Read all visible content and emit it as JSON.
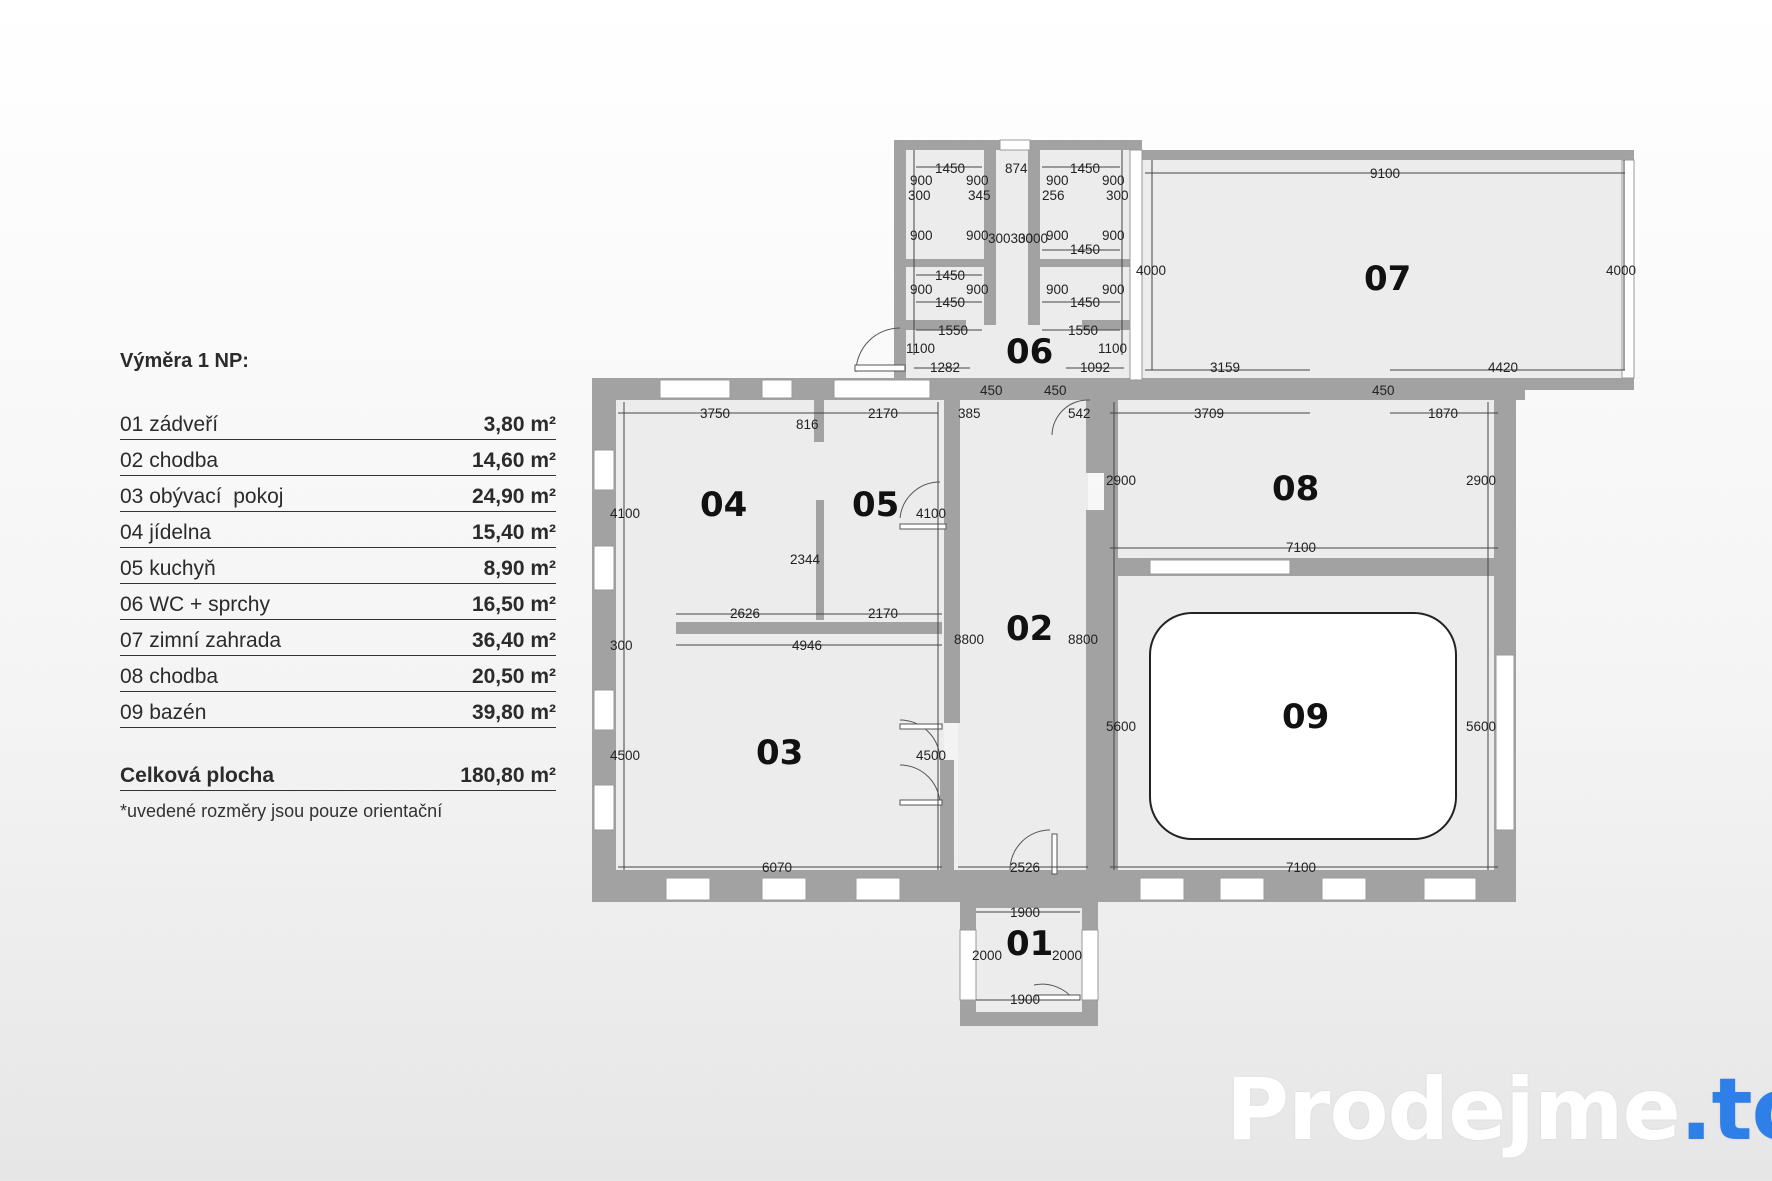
{
  "legend": {
    "title": "Výměra 1 NP:",
    "rows": [
      {
        "name": "01 zádveří",
        "area": "3,80 m²"
      },
      {
        "name": "02 chodba",
        "area": "14,60 m²"
      },
      {
        "name": "03 obývací  pokoj",
        "area": "24,90 m²"
      },
      {
        "name": "04 jídelna",
        "area": "15,40 m²"
      },
      {
        "name": "05 kuchyň",
        "area": "8,90 m²"
      },
      {
        "name": "06 WC + sprchy",
        "area": "16,50 m²"
      },
      {
        "name": "07 zimní zahrada",
        "area": "36,40 m²"
      },
      {
        "name": "08 chodba",
        "area": "20,50 m²"
      },
      {
        "name": "09 bazén",
        "area": "39,80 m²"
      }
    ],
    "total_label": "Celková plocha",
    "total_area": "180,80 m²",
    "note": "*uvedené rozměry jsou pouze orientační"
  },
  "rooms": {
    "r01": "01",
    "r02": "02",
    "r03": "03",
    "r04": "04",
    "r05": "05",
    "r06": "06",
    "r07": "07",
    "r08": "08",
    "r09": "09"
  },
  "dims": {
    "d1450a": "1450",
    "d874": "874",
    "d1450b": "1450",
    "d9100": "9100",
    "d900a": "900",
    "d900b": "900",
    "d900c": "900",
    "d900d": "900",
    "d300a": "300",
    "d345": "345",
    "d256": "256",
    "d300b": "300",
    "d900e": "900",
    "d900f": "900",
    "d300300": "300300",
    "d3000": "3000",
    "d900g": "900",
    "d900h": "900",
    "d1450c": "1450",
    "d4000a": "4000",
    "d4000b": "4000",
    "d1450d": "1450",
    "d900i": "900",
    "d900j": "900",
    "d1450e": "1450",
    "d900k": "900",
    "d900l": "900",
    "d1450f": "1450",
    "d1550a": "1550",
    "d1550b": "1550",
    "d1100a": "1100",
    "d1100b": "1100",
    "d1282": "1282",
    "d1092": "1092",
    "d3159": "3159",
    "d4420": "4420",
    "d450a": "450",
    "d450b": "450",
    "d450c": "450",
    "d3750": "3750",
    "d816": "816",
    "d2170a": "2170",
    "d385": "385",
    "d542": "542",
    "d3709": "3709",
    "d1870": "1870",
    "d4100a": "4100",
    "d4100b": "4100",
    "d2900a": "2900",
    "d2900b": "2900",
    "d2344": "2344",
    "d7100a": "7100",
    "d2626": "2626",
    "d2170b": "2170",
    "d300c": "300",
    "d4946": "4946",
    "d8800a": "8800",
    "d8800b": "8800",
    "d5600a": "5600",
    "d5600b": "5600",
    "d4500a": "4500",
    "d4500b": "4500",
    "d6070": "6070",
    "d2526": "2526",
    "d7100b": "7100",
    "d1900a": "1900",
    "d2000a": "2000",
    "d2000b": "2000",
    "d1900b": "1900"
  },
  "brand": {
    "name": "Prodejme",
    "tld": ".to"
  },
  "colors": {
    "wall": "#a2a2a2",
    "floor": "#ececec",
    "window": "#ffffff",
    "brand_accent": "#2f7fe8"
  }
}
